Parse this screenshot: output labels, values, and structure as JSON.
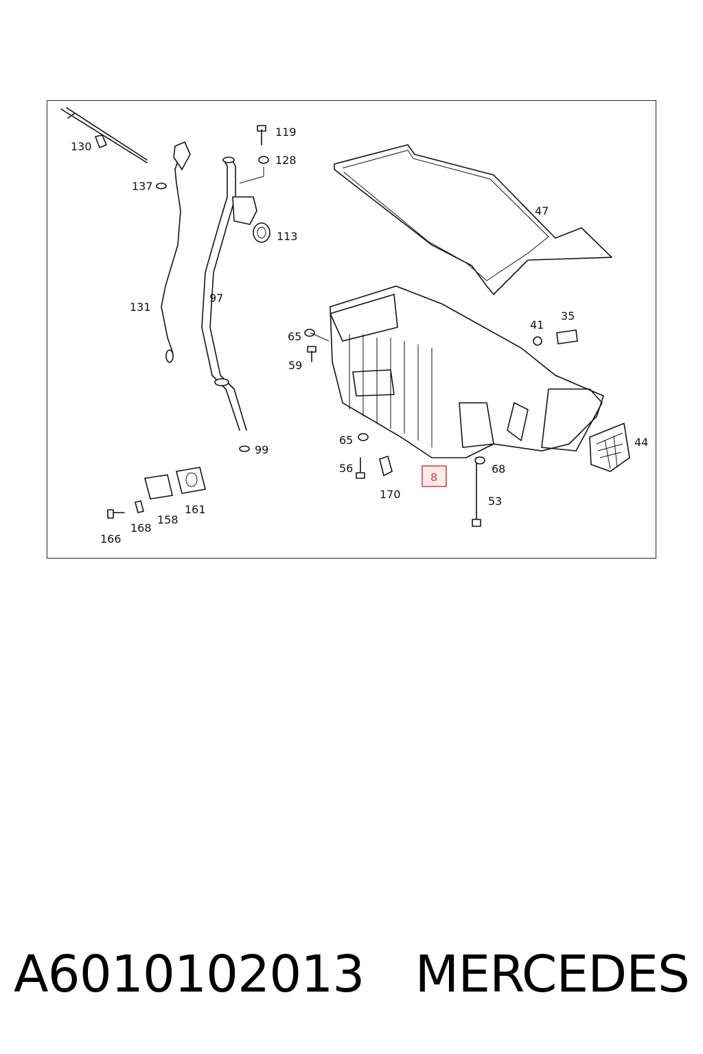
{
  "diagram": {
    "callouts": [
      {
        "id": "119",
        "text": "119"
      },
      {
        "id": "128",
        "text": "128"
      },
      {
        "id": "130",
        "text": "130"
      },
      {
        "id": "137",
        "text": "137"
      },
      {
        "id": "113",
        "text": "113"
      },
      {
        "id": "47",
        "text": "47"
      },
      {
        "id": "97",
        "text": "97"
      },
      {
        "id": "131",
        "text": "131"
      },
      {
        "id": "41",
        "text": "41"
      },
      {
        "id": "35",
        "text": "35"
      },
      {
        "id": "65a",
        "text": "65"
      },
      {
        "id": "59",
        "text": "59"
      },
      {
        "id": "65b",
        "text": "65"
      },
      {
        "id": "44",
        "text": "44"
      },
      {
        "id": "56",
        "text": "56"
      },
      {
        "id": "68",
        "text": "68"
      },
      {
        "id": "170",
        "text": "170"
      },
      {
        "id": "99",
        "text": "99"
      },
      {
        "id": "53",
        "text": "53"
      },
      {
        "id": "161",
        "text": "161"
      },
      {
        "id": "158",
        "text": "158"
      },
      {
        "id": "168",
        "text": "168"
      },
      {
        "id": "166",
        "text": "166"
      }
    ],
    "highlighted_part": {
      "text": "8",
      "color": "#d63a3a"
    }
  },
  "caption": {
    "part_number": "A6010102013",
    "brand": "MERCEDES"
  }
}
